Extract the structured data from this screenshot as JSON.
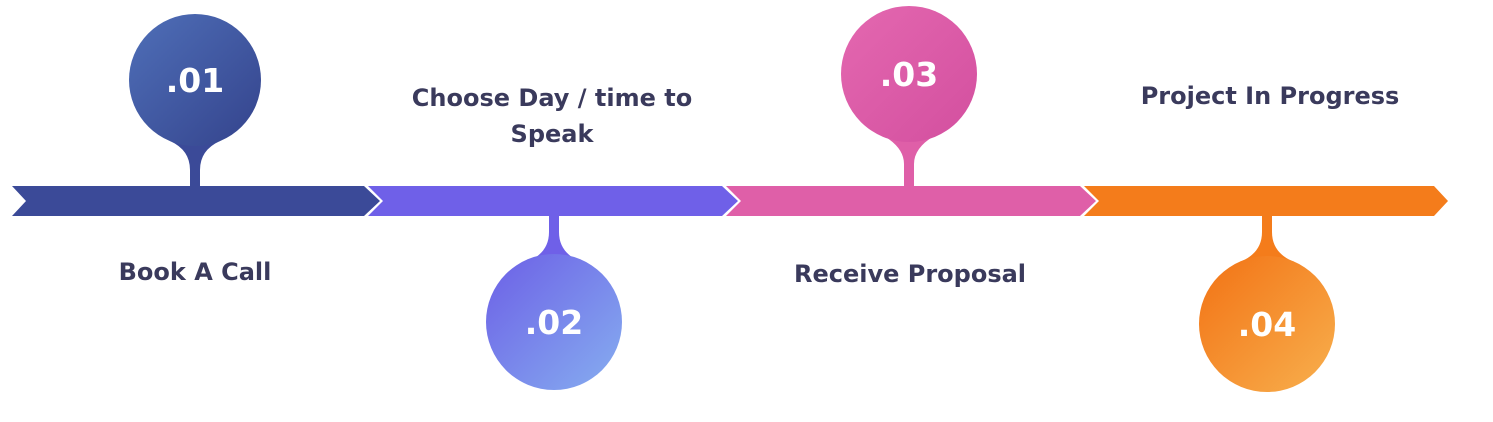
{
  "steps": [
    {
      "number": ".01",
      "label": "Book A Call",
      "color": "#3b4a98",
      "gradient": [
        "#4f6fb8",
        "#34438c"
      ]
    },
    {
      "number": ".02",
      "label": "Choose Day / time to Speak",
      "color": "#6f60e8",
      "gradient": [
        "#6c5fe6",
        "#86aef0"
      ]
    },
    {
      "number": ".03",
      "label": "Receive Proposal",
      "color": "#df5fa8",
      "gradient": [
        "#e468b0",
        "#d34f9f"
      ]
    },
    {
      "number": ".04",
      "label": "Project In Progress",
      "color": "#f47c1b",
      "gradient": [
        "#f27214",
        "#f8b04e"
      ]
    }
  ]
}
